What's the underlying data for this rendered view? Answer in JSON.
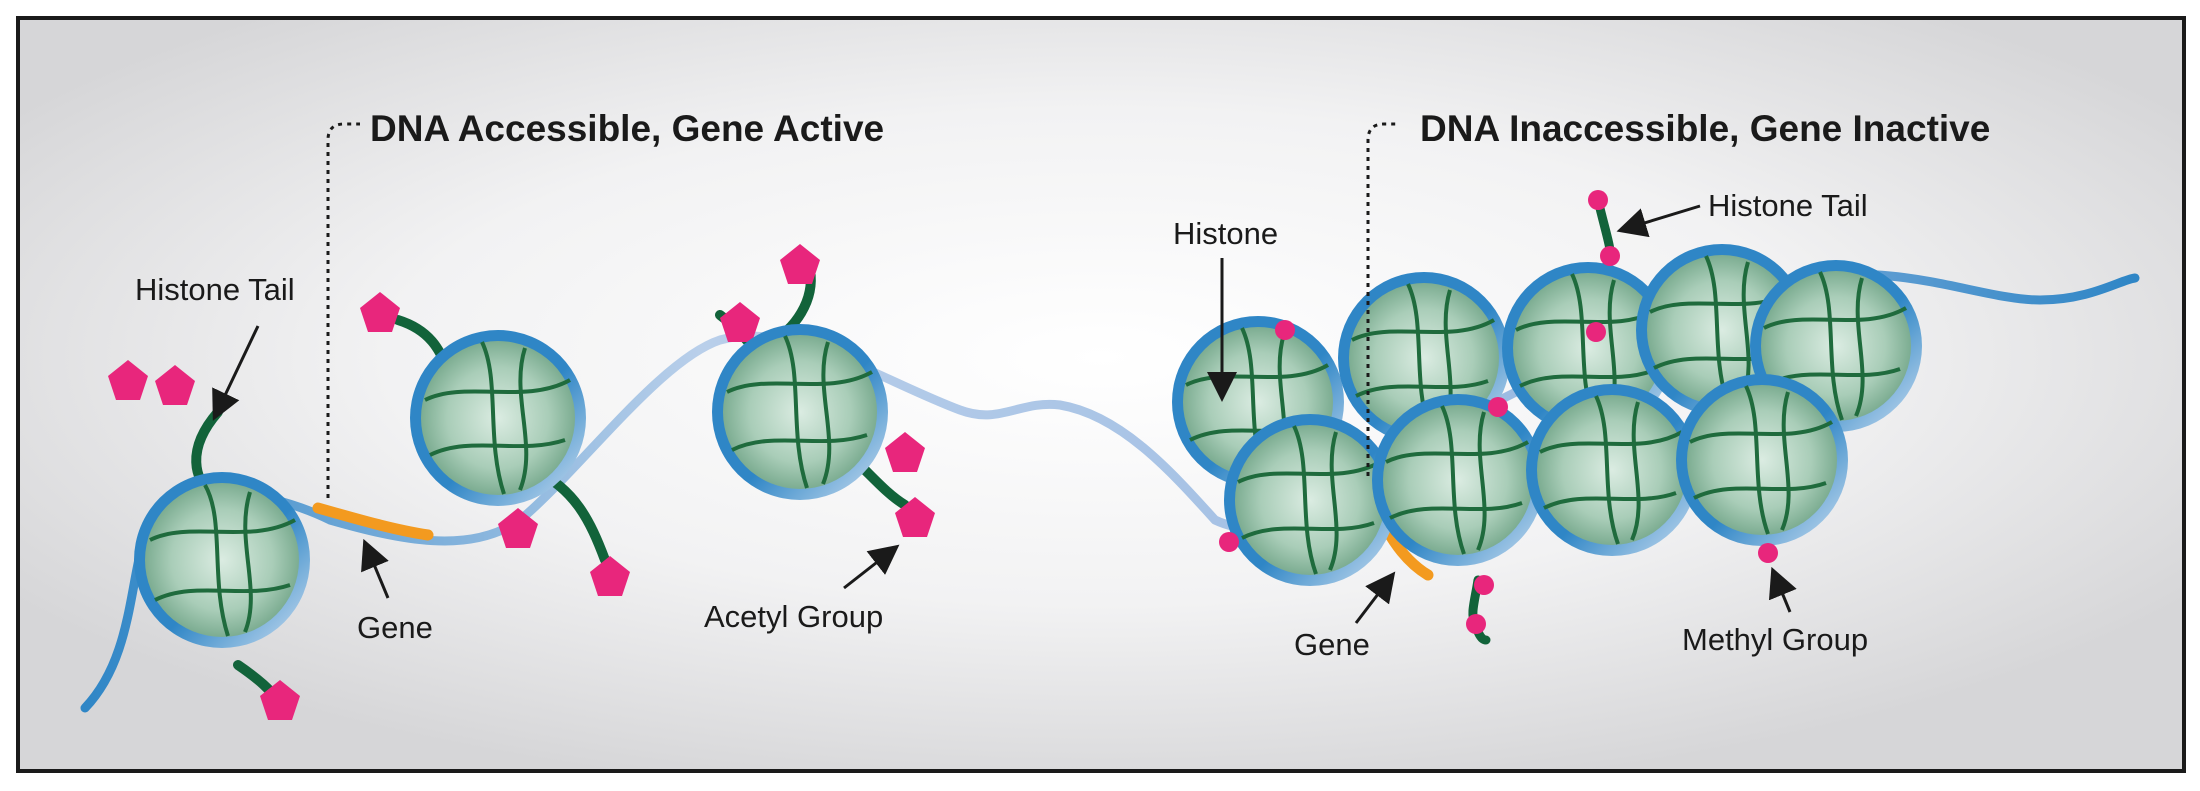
{
  "diagram": {
    "left_heading": "DNA Accessible, Gene Active",
    "right_heading": "DNA Inaccessible, Gene Inactive",
    "labels": {
      "histone_tail_left": "Histone Tail",
      "gene_left": "Gene",
      "acetyl_group": "Acetyl Group",
      "histone": "Histone",
      "histone_tail_right": "Histone Tail",
      "gene_right": "Gene",
      "methyl_group": "Methyl Group"
    },
    "colors": {
      "dna_strand": "#a9c4e6",
      "histone_ring": "#2f86c6",
      "histone_core": "#a9cdb8",
      "histone_lines": "#1f6b3d",
      "histone_tail": "#12633a",
      "gene": "#f39a1f",
      "acetyl_group": "#e8267c",
      "methyl_group": "#e8267c",
      "frame": "#1a1a1a"
    }
  }
}
